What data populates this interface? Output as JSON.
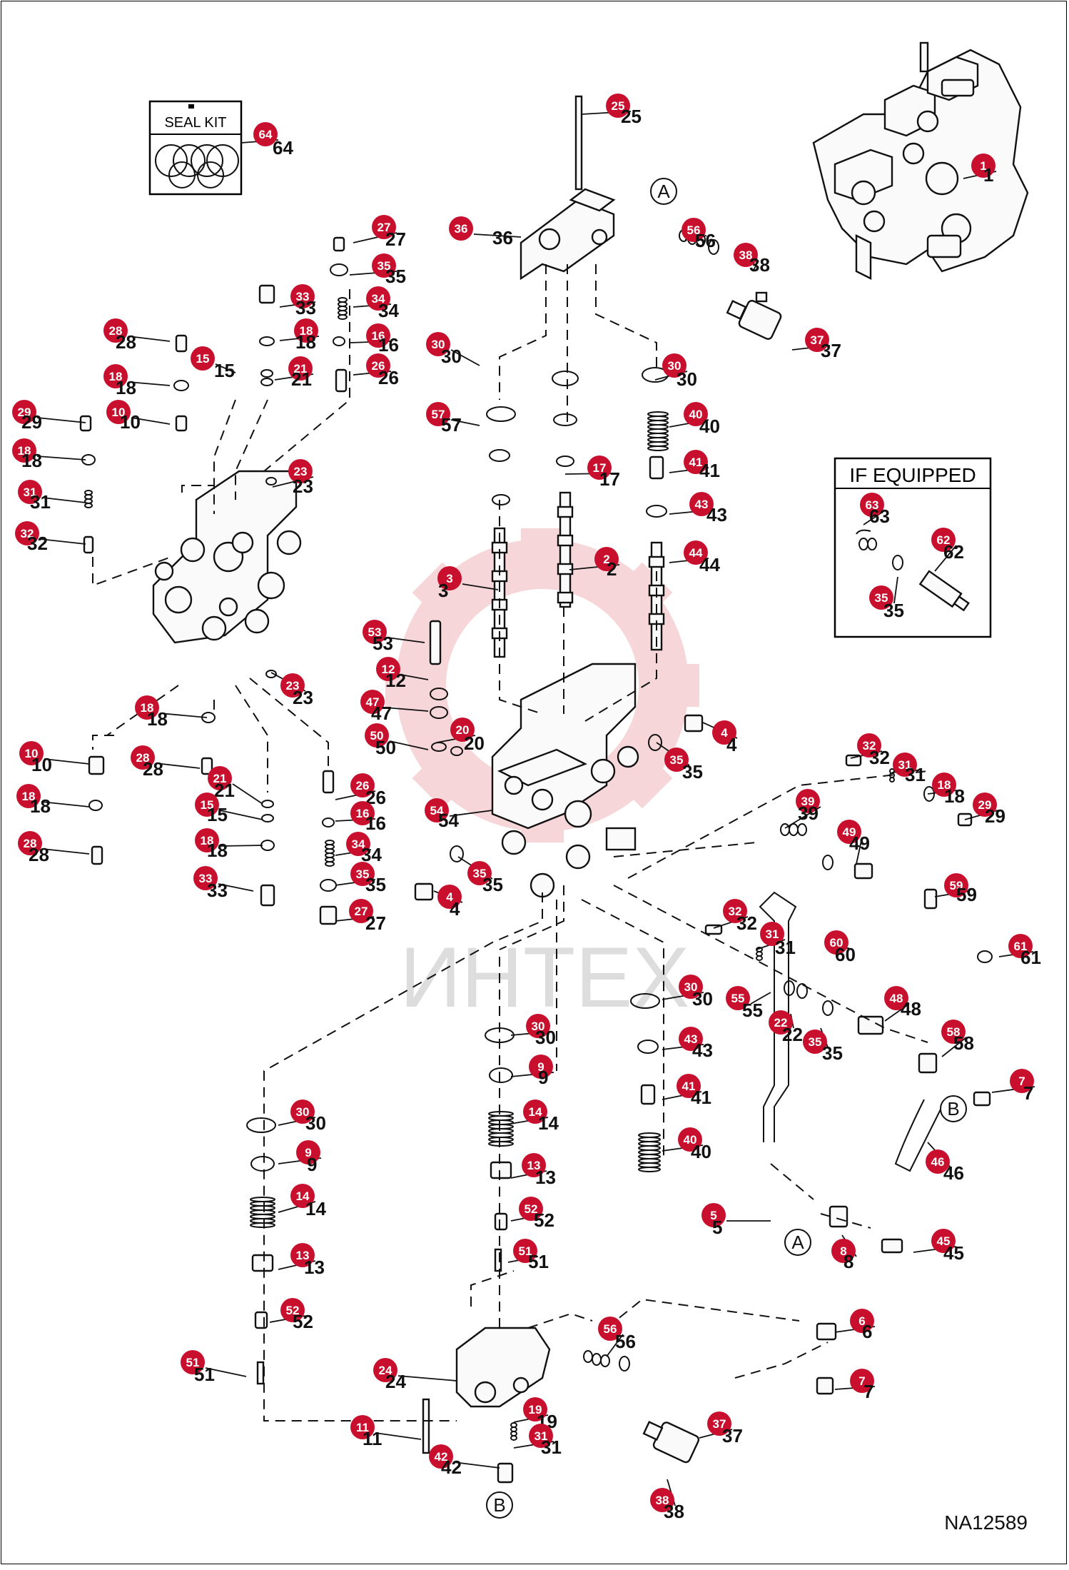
{
  "seal_kit": {
    "title": "SEAL KIT"
  },
  "if_equipped": {
    "title": "IF EQUIPPED"
  },
  "figure_code": "NA12589",
  "watermark": "ИНТЕХ",
  "ref_letters": [
    "A",
    "B"
  ],
  "callouts": [
    {
      "n": "1"
    },
    {
      "n": "2"
    },
    {
      "n": "3"
    },
    {
      "n": "4"
    },
    {
      "n": "5"
    },
    {
      "n": "6"
    },
    {
      "n": "7"
    },
    {
      "n": "8"
    },
    {
      "n": "9"
    },
    {
      "n": "10"
    },
    {
      "n": "11"
    },
    {
      "n": "12"
    },
    {
      "n": "13"
    },
    {
      "n": "14"
    },
    {
      "n": "15"
    },
    {
      "n": "16"
    },
    {
      "n": "17"
    },
    {
      "n": "18"
    },
    {
      "n": "19"
    },
    {
      "n": "20"
    },
    {
      "n": "21"
    },
    {
      "n": "22"
    },
    {
      "n": "23"
    },
    {
      "n": "24"
    },
    {
      "n": "25"
    },
    {
      "n": "26"
    },
    {
      "n": "27"
    },
    {
      "n": "28"
    },
    {
      "n": "29"
    },
    {
      "n": "30"
    },
    {
      "n": "31"
    },
    {
      "n": "32"
    },
    {
      "n": "33"
    },
    {
      "n": "34"
    },
    {
      "n": "35"
    },
    {
      "n": "36"
    },
    {
      "n": "37"
    },
    {
      "n": "38"
    },
    {
      "n": "39"
    },
    {
      "n": "40"
    },
    {
      "n": "41"
    },
    {
      "n": "42"
    },
    {
      "n": "43"
    },
    {
      "n": "44"
    },
    {
      "n": "45"
    },
    {
      "n": "46"
    },
    {
      "n": "47"
    },
    {
      "n": "48"
    },
    {
      "n": "49"
    },
    {
      "n": "50"
    },
    {
      "n": "51"
    },
    {
      "n": "52"
    },
    {
      "n": "53"
    },
    {
      "n": "54"
    },
    {
      "n": "55"
    },
    {
      "n": "56"
    },
    {
      "n": "57"
    },
    {
      "n": "58"
    },
    {
      "n": "59"
    },
    {
      "n": "60"
    },
    {
      "n": "61"
    },
    {
      "n": "62"
    },
    {
      "n": "63"
    },
    {
      "n": "64"
    }
  ],
  "colors": {
    "bubble": "#c8102e",
    "line": "#111111",
    "watermark": "#dddddd"
  }
}
